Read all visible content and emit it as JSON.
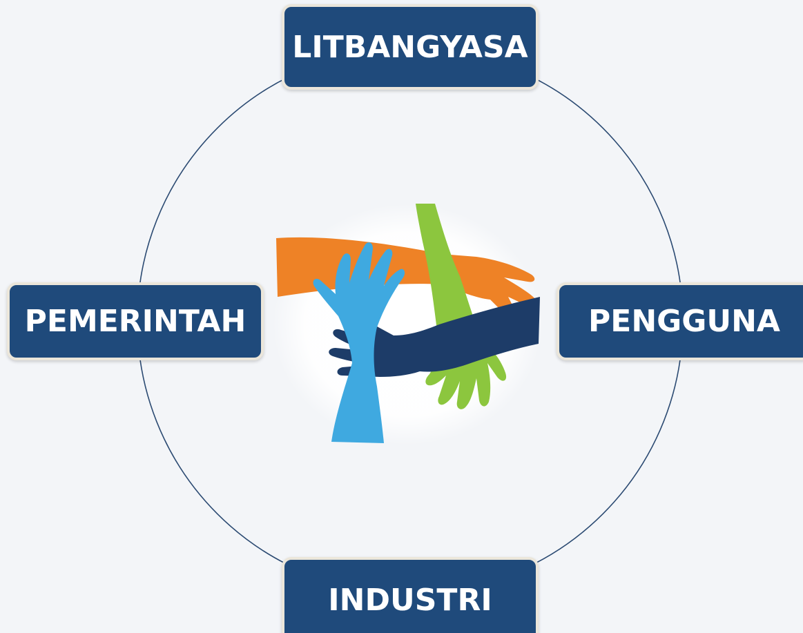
{
  "diagram": {
    "nodes": {
      "top": "LITBANGYASA",
      "left": "PEMERINTAH",
      "right": "PENGGUNA",
      "bottom": "INDUSTRI"
    },
    "center_image": "four-hands-icon",
    "colors": {
      "node_fill": "#1f4a7b",
      "node_border": "#ebe6da",
      "ring": "#2b4a72",
      "background": "#f3f5f8",
      "hand_orange": "#ee8226",
      "hand_light_blue": "#3fa9e0",
      "hand_green": "#8cc63e",
      "hand_dark_blue": "#1d3c68"
    }
  }
}
